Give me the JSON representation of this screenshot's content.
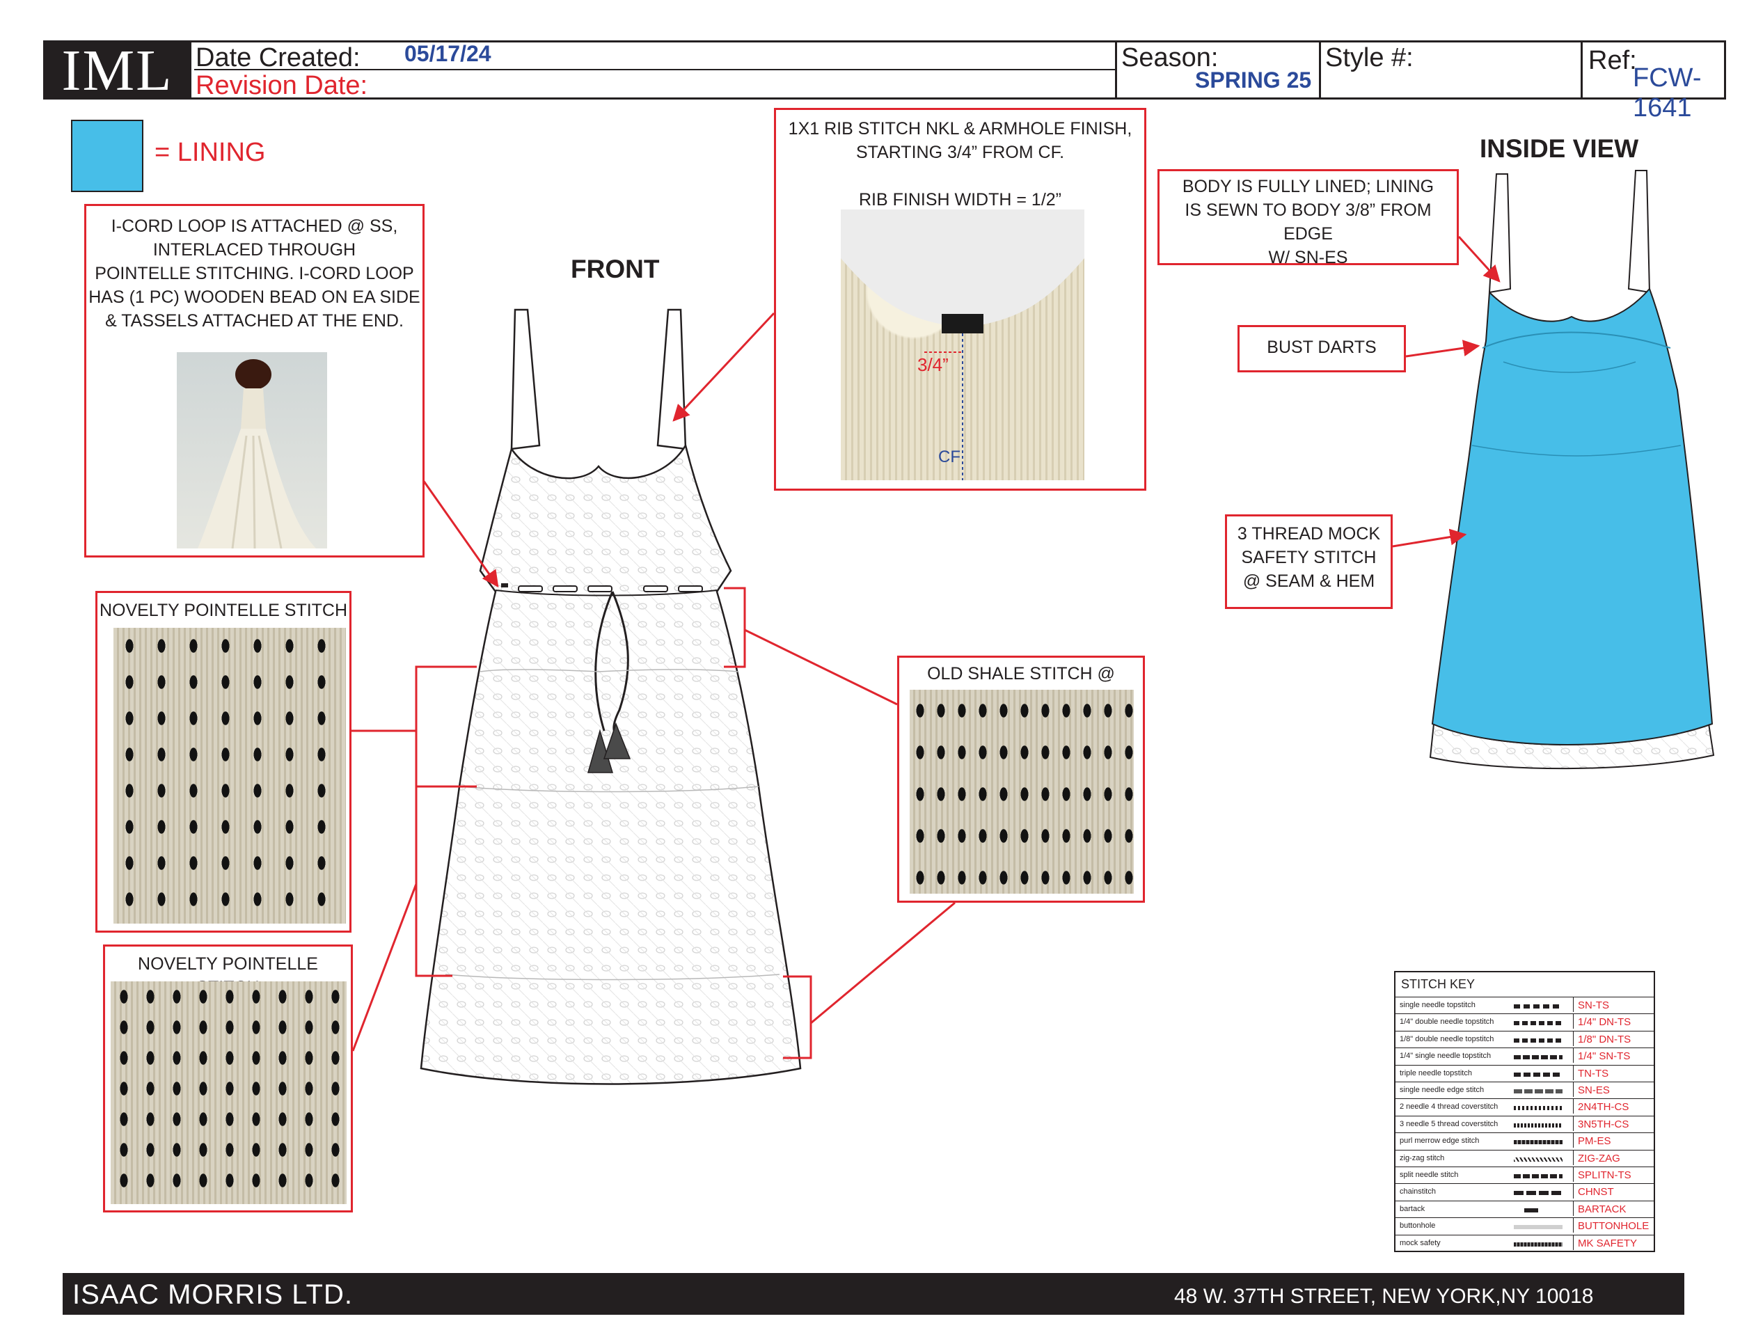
{
  "header": {
    "logo": "IML",
    "date_created_label": "Date Created:",
    "date_created_value": "05/17/24",
    "revision_date_label": "Revision Date:",
    "season_label": "Season:",
    "season_value": "SPRING 25",
    "style_label": "Style #:",
    "ref_label": "Ref:",
    "ref_value": "FCW-1641"
  },
  "legend": {
    "lining_label": "= LINING",
    "lining_color": "#47bee8"
  },
  "views": {
    "front": "FRONT",
    "inside": "INSIDE VIEW"
  },
  "callouts": {
    "icord": [
      "I-CORD LOOP IS ATTACHED @ SS,",
      "INTERLACED THROUGH",
      "POINTELLE STITCHING. I-CORD LOOP",
      "HAS (1 PC) WOODEN BEAD ON EA SIDE",
      "& TASSELS ATTACHED AT THE END."
    ],
    "rib": [
      "1X1 RIB STITCH NKL & ARMHOLE FINISH,",
      "STARTING 3/4” FROM CF.",
      "",
      "RIB FINISH WIDTH = 1/2”"
    ],
    "rib_photo_label_34": "3/4”",
    "rib_photo_label_cf": "CF",
    "lined": [
      "BODY IS FULLY LINED; LINING",
      "IS SEWN TO BODY 3/8” FROM EDGE",
      "W/ SN-ES"
    ],
    "bust": "BUST DARTS",
    "mock": [
      "3 THREAD MOCK",
      "SAFETY STITCH",
      "@ SEAM & HEM"
    ],
    "pointelle_1": "NOVELTY POINTELLE STITCH",
    "pointelle_2": "NOVELTY POINTELLE STITCH",
    "shale": "OLD SHALE STITCH @ WAIST"
  },
  "stitch_key": {
    "title": "STITCH KEY",
    "rows": [
      {
        "name": "single needle topstitch",
        "code": "SN-TS"
      },
      {
        "name": "1/4\" double needle topstitch",
        "code": "1/4\" DN-TS"
      },
      {
        "name": "1/8\" double needle topstitch",
        "code": "1/8\" DN-TS"
      },
      {
        "name": "1/4\" single needle topstitch",
        "code": "1/4\" SN-TS"
      },
      {
        "name": "triple needle topstitch",
        "code": "TN-TS"
      },
      {
        "name": "single needle edge stitch",
        "code": "SN-ES"
      },
      {
        "name": "2 needle 4 thread coverstitch",
        "code": "2N4TH-CS"
      },
      {
        "name": "3 needle 5 thread coverstitch",
        "code": "3N5TH-CS"
      },
      {
        "name": "purl merrow edge stitch",
        "code": "PM-ES"
      },
      {
        "name": "zig-zag stitch",
        "code": "ZIG-ZAG"
      },
      {
        "name": "split needle stitch",
        "code": "SPLITN-TS"
      },
      {
        "name": "chainstitch",
        "code": "CHNST"
      },
      {
        "name": "bartack",
        "code": "BARTACK"
      },
      {
        "name": "buttonhole",
        "code": "BUTTONHOLE"
      },
      {
        "name": "mock safety",
        "code": "MK SAFETY"
      }
    ]
  },
  "footer": {
    "company": "ISAAC MORRIS LTD.",
    "address": "48 W. 37TH STREET, NEW YORK,NY 10018"
  },
  "colors": {
    "accent_red": "#e0252e",
    "value_blue": "#2b4a9a",
    "lining_blue": "#47bee8",
    "ink": "#231f20"
  }
}
